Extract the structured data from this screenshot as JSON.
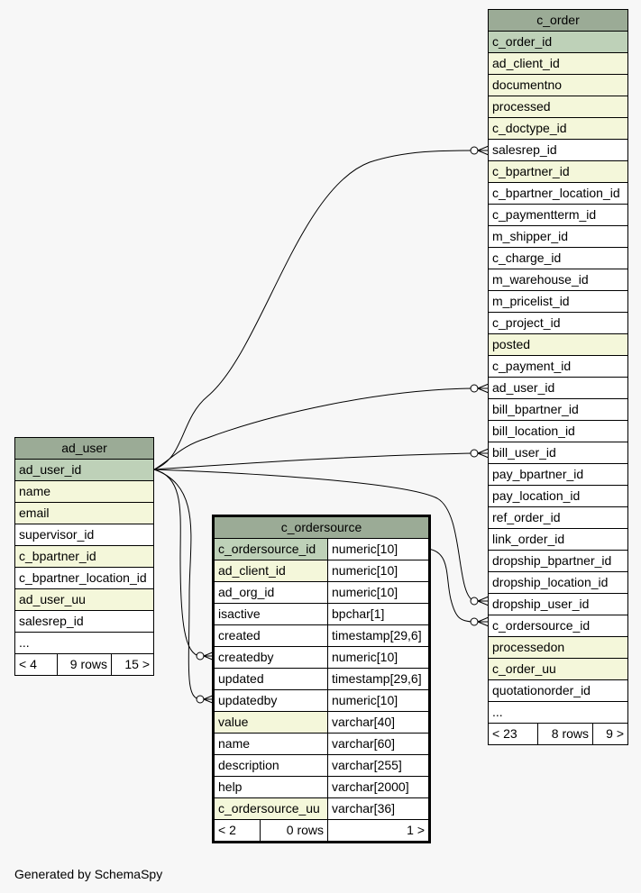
{
  "ad_user": {
    "name": "ad_user",
    "columns": [
      {
        "name": "ad_user_id",
        "kind": "pk"
      },
      {
        "name": "name",
        "kind": "idx"
      },
      {
        "name": "email",
        "kind": "idx"
      },
      {
        "name": "supervisor_id",
        "kind": "plain"
      },
      {
        "name": "c_bpartner_id",
        "kind": "idx"
      },
      {
        "name": "c_bpartner_location_id",
        "kind": "plain"
      },
      {
        "name": "ad_user_uu",
        "kind": "idx"
      },
      {
        "name": "salesrep_id",
        "kind": "plain"
      },
      {
        "name": "...",
        "kind": "plain"
      }
    ],
    "footer": {
      "parents": "< 4",
      "rows": "9 rows",
      "children": "15 >"
    }
  },
  "c_ordersource": {
    "name": "c_ordersource",
    "columns": [
      {
        "name": "c_ordersource_id",
        "type": "numeric[10]",
        "kind": "pk"
      },
      {
        "name": "ad_client_id",
        "type": "numeric[10]",
        "kind": "idx"
      },
      {
        "name": "ad_org_id",
        "type": "numeric[10]",
        "kind": "plain"
      },
      {
        "name": "isactive",
        "type": "bpchar[1]",
        "kind": "plain"
      },
      {
        "name": "created",
        "type": "timestamp[29,6]",
        "kind": "plain"
      },
      {
        "name": "createdby",
        "type": "numeric[10]",
        "kind": "plain"
      },
      {
        "name": "updated",
        "type": "timestamp[29,6]",
        "kind": "plain"
      },
      {
        "name": "updatedby",
        "type": "numeric[10]",
        "kind": "plain"
      },
      {
        "name": "value",
        "type": "varchar[40]",
        "kind": "idx"
      },
      {
        "name": "name",
        "type": "varchar[60]",
        "kind": "plain"
      },
      {
        "name": "description",
        "type": "varchar[255]",
        "kind": "plain"
      },
      {
        "name": "help",
        "type": "varchar[2000]",
        "kind": "plain"
      },
      {
        "name": "c_ordersource_uu",
        "type": "varchar[36]",
        "kind": "idx"
      }
    ],
    "footer": {
      "parents": "< 2",
      "rows": "0 rows",
      "children": "1 >"
    }
  },
  "c_order": {
    "name": "c_order",
    "columns": [
      {
        "name": "c_order_id",
        "kind": "pk"
      },
      {
        "name": "ad_client_id",
        "kind": "idx"
      },
      {
        "name": "documentno",
        "kind": "idx"
      },
      {
        "name": "processed",
        "kind": "idx"
      },
      {
        "name": "c_doctype_id",
        "kind": "idx"
      },
      {
        "name": "salesrep_id",
        "kind": "plain"
      },
      {
        "name": "c_bpartner_id",
        "kind": "idx"
      },
      {
        "name": "c_bpartner_location_id",
        "kind": "plain"
      },
      {
        "name": "c_paymentterm_id",
        "kind": "plain"
      },
      {
        "name": "m_shipper_id",
        "kind": "plain"
      },
      {
        "name": "c_charge_id",
        "kind": "plain"
      },
      {
        "name": "m_warehouse_id",
        "kind": "plain"
      },
      {
        "name": "m_pricelist_id",
        "kind": "plain"
      },
      {
        "name": "c_project_id",
        "kind": "plain"
      },
      {
        "name": "posted",
        "kind": "idx"
      },
      {
        "name": "c_payment_id",
        "kind": "plain"
      },
      {
        "name": "ad_user_id",
        "kind": "plain"
      },
      {
        "name": "bill_bpartner_id",
        "kind": "plain"
      },
      {
        "name": "bill_location_id",
        "kind": "plain"
      },
      {
        "name": "bill_user_id",
        "kind": "plain"
      },
      {
        "name": "pay_bpartner_id",
        "kind": "plain"
      },
      {
        "name": "pay_location_id",
        "kind": "plain"
      },
      {
        "name": "ref_order_id",
        "kind": "plain"
      },
      {
        "name": "link_order_id",
        "kind": "plain"
      },
      {
        "name": "dropship_bpartner_id",
        "kind": "plain"
      },
      {
        "name": "dropship_location_id",
        "kind": "plain"
      },
      {
        "name": "dropship_user_id",
        "kind": "plain"
      },
      {
        "name": "c_ordersource_id",
        "kind": "plain"
      },
      {
        "name": "processedon",
        "kind": "idx"
      },
      {
        "name": "c_order_uu",
        "kind": "idx"
      },
      {
        "name": "quotationorder_id",
        "kind": "plain"
      },
      {
        "name": "...",
        "kind": "plain"
      }
    ],
    "footer": {
      "parents": "< 23",
      "rows": "8 rows",
      "children": "9 >"
    }
  },
  "footer_text": "Generated by SchemaSpy",
  "colors": {
    "header": "#9bab96",
    "primary_key": "#bed1b8",
    "indexed": "#f4f7da",
    "background": "#f7f7f7"
  }
}
